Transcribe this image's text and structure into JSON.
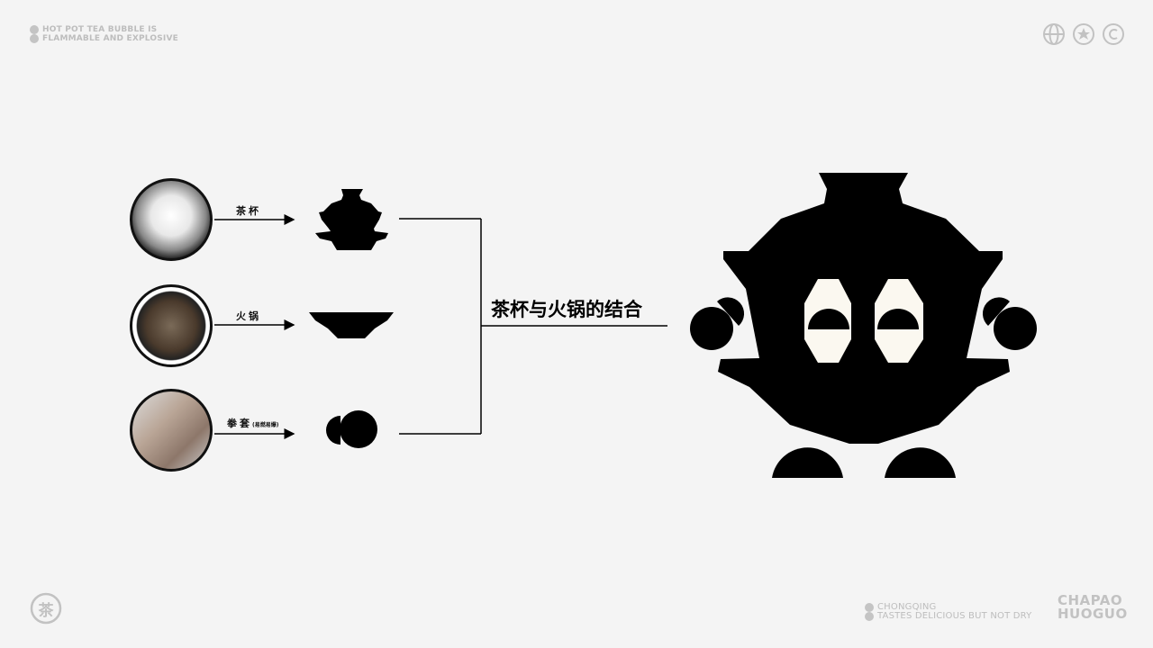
{
  "header": {
    "tagline_line1": "HOT POT TEA BUBBLE IS",
    "tagline_line2": "FLAMMABLE AND EXPLOSIVE",
    "icons": [
      "globe-icon",
      "star-circle-icon",
      "copyright-icon"
    ]
  },
  "diagram": {
    "items": [
      {
        "label": "茶杯",
        "note": ""
      },
      {
        "label": "火锅",
        "note": ""
      },
      {
        "label": "拳套",
        "note": "(易燃易爆)"
      }
    ],
    "result_title": "茶杯与火锅的结合"
  },
  "footer": {
    "logo_char": "茶",
    "city": "CHONGQING",
    "slogan": "TASTES DELICIOUS BUT NOT DRY",
    "brand_line1": "CHAPAO",
    "brand_line2": "HUOGUO"
  },
  "colors": {
    "background": "#f4f4f4",
    "ink": "#000000",
    "eye": "#fbf8f0",
    "muted": "#c2c2c2"
  }
}
